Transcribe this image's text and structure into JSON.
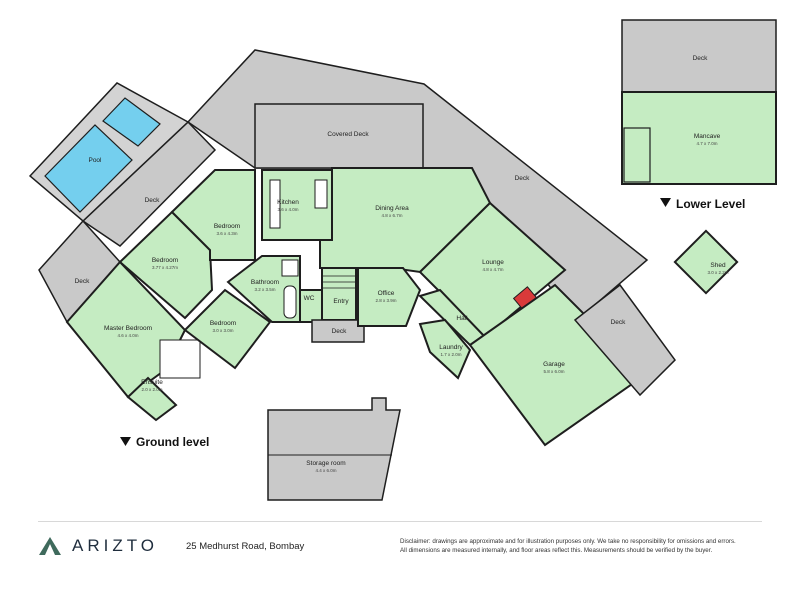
{
  "levels": {
    "ground": "Ground level",
    "lower": "Lower Level"
  },
  "rooms": {
    "pool": {
      "name": "Pool",
      "dim": ""
    },
    "deck_pool": {
      "name": "Deck",
      "dim": ""
    },
    "deck_west": {
      "name": "Deck",
      "dim": ""
    },
    "covered_deck": {
      "name": "Covered Deck",
      "dim": ""
    },
    "deck_north": {
      "name": "Deck",
      "dim": ""
    },
    "deck_east": {
      "name": "Deck",
      "dim": ""
    },
    "deck_entry": {
      "name": "Deck",
      "dim": ""
    },
    "kitchen": {
      "name": "Kitchen",
      "dim": "3.6 x 4.0m"
    },
    "dining": {
      "name": "Dining Area",
      "dim": "4.8 x 6.7m"
    },
    "bedroom_a": {
      "name": "Bedroom",
      "dim": "3.6 x 4.3m"
    },
    "bedroom_b": {
      "name": "Bedroom",
      "dim": "3.77 x 4.27m"
    },
    "bedroom_c": {
      "name": "Bedroom",
      "dim": "3.0 x 3.0m"
    },
    "master": {
      "name": "Master Bedroom",
      "dim": "4.6 x 4.0m"
    },
    "ensuite": {
      "name": "Ensuite",
      "dim": "2.0 x 2.0m"
    },
    "bathroom": {
      "name": "Bathroom",
      "dim": "3.2 x 3.5m"
    },
    "wc": {
      "name": "WC",
      "dim": ""
    },
    "entry": {
      "name": "Entry",
      "dim": ""
    },
    "office": {
      "name": "Office",
      "dim": "2.8 x 3.9m"
    },
    "hall": {
      "name": "Hall",
      "dim": ""
    },
    "laundry": {
      "name": "Laundry",
      "dim": "1.7 x 2.0m"
    },
    "lounge": {
      "name": "Lounge",
      "dim": "4.8 x 4.7m"
    },
    "garage": {
      "name": "Garage",
      "dim": "5.8 x 6.0m"
    },
    "storage": {
      "name": "Storage room",
      "dim": "4.4 x 6.0m"
    },
    "shed": {
      "name": "Shed",
      "dim": "3.0 x 2.2m"
    },
    "deck_lower": {
      "name": "Deck",
      "dim": ""
    },
    "mancave": {
      "name": "Mancave",
      "dim": "4.7 x 7.0m"
    }
  },
  "colors": {
    "room_fill": "#c5ecc2",
    "deck_fill": "#c9c9c9",
    "pool_water": "#74cfee",
    "wall": "#1e1e1e",
    "fireplace": "#d93a3a",
    "brand": "#1f2d3d",
    "logo_accent": "#3f6a5c"
  },
  "footer": {
    "brand": "ARIZTO",
    "address": "25 Medhurst Road, Bombay",
    "disclaimer_line1": "Disclaimer: drawings are approximate and for illustration purposes only. We take no responsibility for omissions and errors.",
    "disclaimer_line2": "All dimensions are measured internally, and floor areas reflect this. Measurements should be verified by the buyer."
  }
}
